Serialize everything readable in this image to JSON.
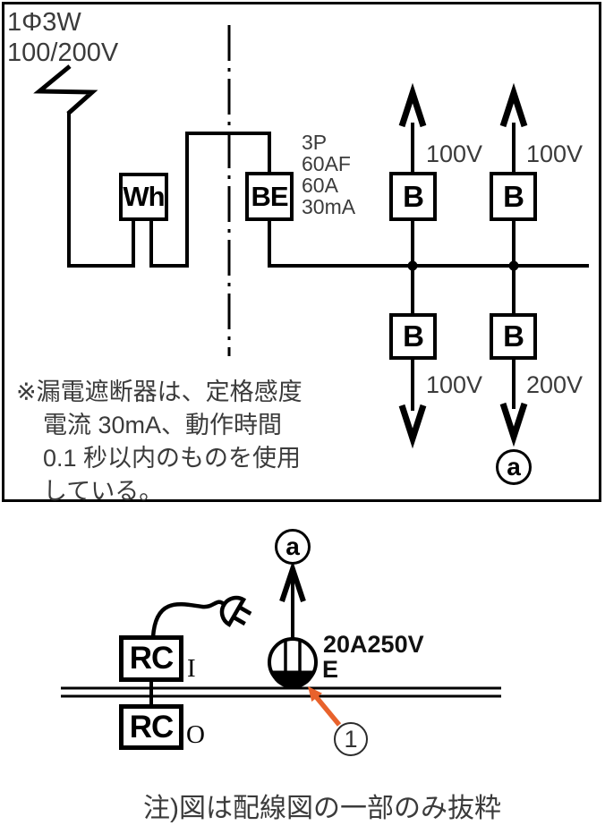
{
  "colors": {
    "line": "#000000",
    "annotation_text": "#3b3b3b",
    "callout_orange": "#e8622c"
  },
  "top_diagram": {
    "source": {
      "phase": "1Φ3W",
      "voltage": "100/200V"
    },
    "meter": {
      "label": "Wh"
    },
    "main_breaker": {
      "label": "BE",
      "specs": [
        "3P",
        "60AF",
        "60A",
        "30mA"
      ]
    },
    "branch_breakers": [
      {
        "label": "B",
        "voltage": "100V",
        "direction": "up"
      },
      {
        "label": "B",
        "voltage": "100V",
        "direction": "up"
      },
      {
        "label": "B",
        "voltage": "100V",
        "direction": "down"
      },
      {
        "label": "B",
        "voltage": "200V",
        "direction": "down",
        "circuit_ref": "a"
      }
    ],
    "circuit_ref": "a",
    "note_lines": [
      "※漏電遮断器は、定格感度",
      "電流 30mA、動作時間",
      "0.1 秒以内のものを使用",
      "している。"
    ]
  },
  "bottom_diagram": {
    "circuit_ref": "a",
    "rc_units": [
      {
        "label": "RC",
        "suffix": "I"
      },
      {
        "label": "RC",
        "suffix": "O"
      }
    ],
    "outlet": {
      "rating": "20A250V",
      "grounding": "E"
    },
    "callout_number": "1"
  },
  "footer_note": "注)図は配線図の一部のみ抜粋"
}
